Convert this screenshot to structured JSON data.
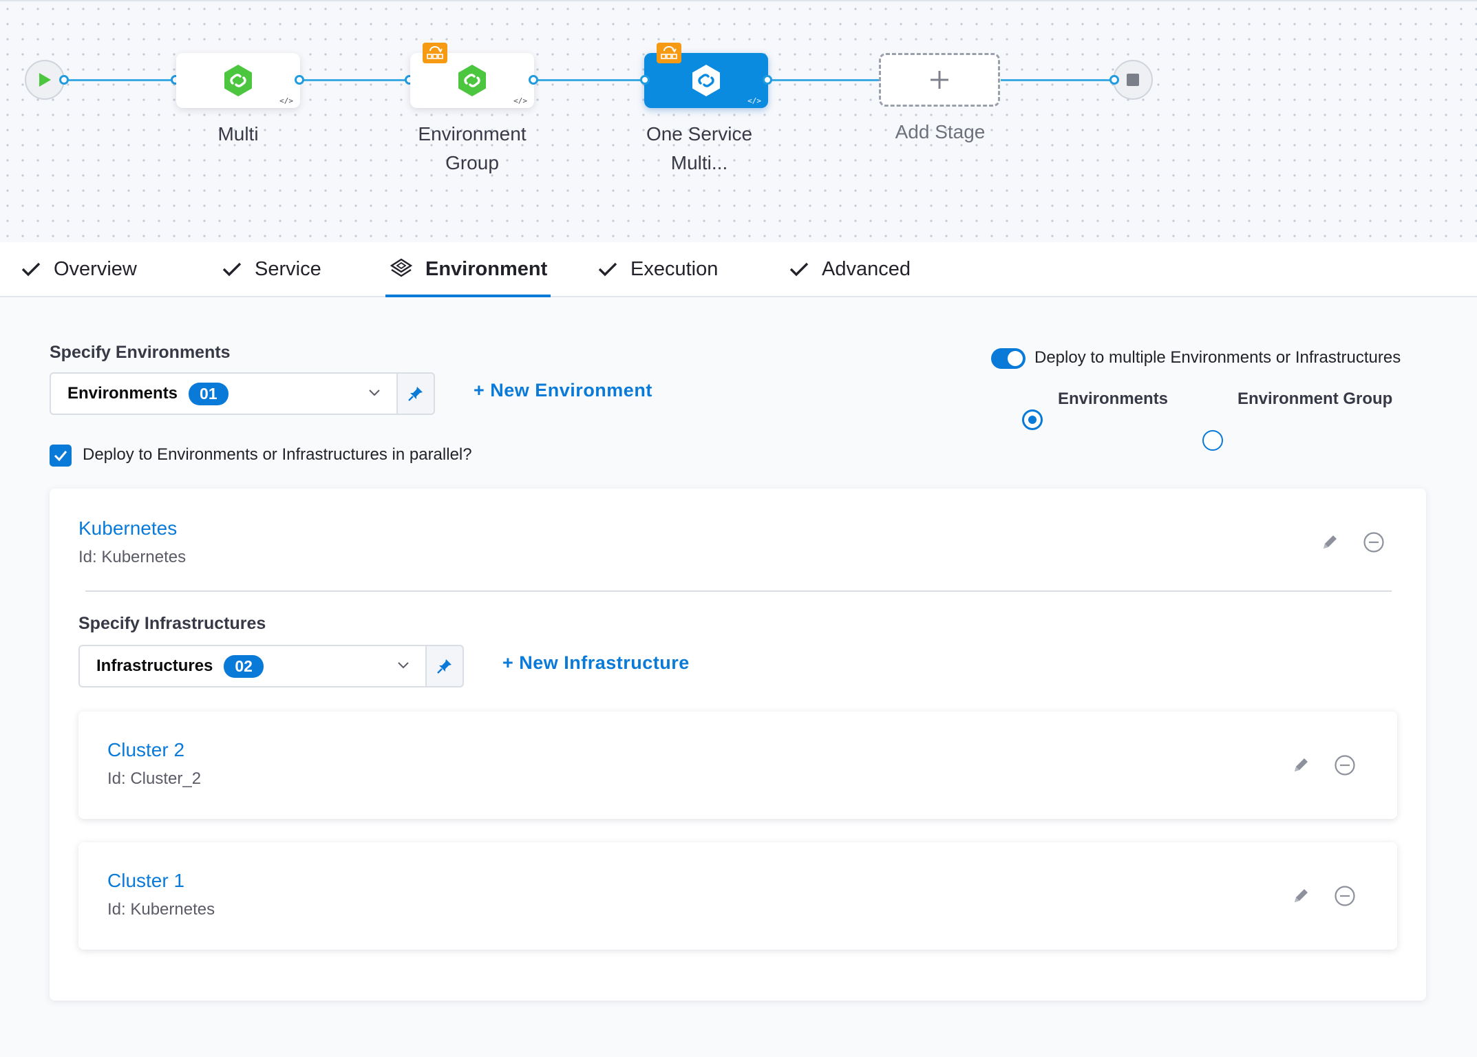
{
  "pipeline": {
    "stages": [
      {
        "label": "Multi",
        "label_line2": ""
      },
      {
        "label": "Environment",
        "label_line2": "Group"
      },
      {
        "label": "One Service",
        "label_line2": "Multi..."
      }
    ],
    "add_stage_label": "Add Stage",
    "code_tag": "</>"
  },
  "tabs": [
    {
      "label": "Overview",
      "state": "complete"
    },
    {
      "label": "Service",
      "state": "complete"
    },
    {
      "label": "Environment",
      "state": "active"
    },
    {
      "label": "Execution",
      "state": "complete"
    },
    {
      "label": "Advanced",
      "state": "complete"
    }
  ],
  "environment_form": {
    "specify_label": "Specify Environments",
    "select_label": "Environments",
    "select_count": "01",
    "new_environment_link": "+ New Environment",
    "multi_toggle_label": "Deploy to multiple Environments or Infrastructures",
    "multi_toggle_on": true,
    "radio_options": [
      {
        "label": "Environments",
        "selected": true
      },
      {
        "label": "Environment Group",
        "selected": false
      }
    ],
    "parallel_checkbox_label": "Deploy to Environments or Infrastructures in parallel?",
    "parallel_checked": true
  },
  "environment": {
    "name": "Kubernetes",
    "id_text": "Id: Kubernetes",
    "specify_infra_label": "Specify Infrastructures",
    "infra_select_label": "Infrastructures",
    "infra_select_count": "02",
    "new_infrastructure_link": "+ New Infrastructure",
    "infrastructures": [
      {
        "name": "Cluster 2",
        "id_text": "Id: Cluster_2"
      },
      {
        "name": "Cluster 1",
        "id_text": "Id: Kubernetes"
      }
    ]
  },
  "colors": {
    "accent": "#0a7ad9",
    "pipeline_line": "#3dabe3",
    "stage_icon_green": "#4cc53f",
    "badge_orange": "#f59a12"
  },
  "icons": {
    "start": "play-icon",
    "end": "stop-icon",
    "stage": "deploy-hexagon-icon",
    "multi_badge": "loop-badge-icon",
    "add": "plus-icon",
    "tab_complete": "checkmark-icon",
    "tab_active": "environment-layers-icon",
    "pin": "pin-icon",
    "edit": "pencil-icon",
    "remove": "minus-circle-icon"
  }
}
